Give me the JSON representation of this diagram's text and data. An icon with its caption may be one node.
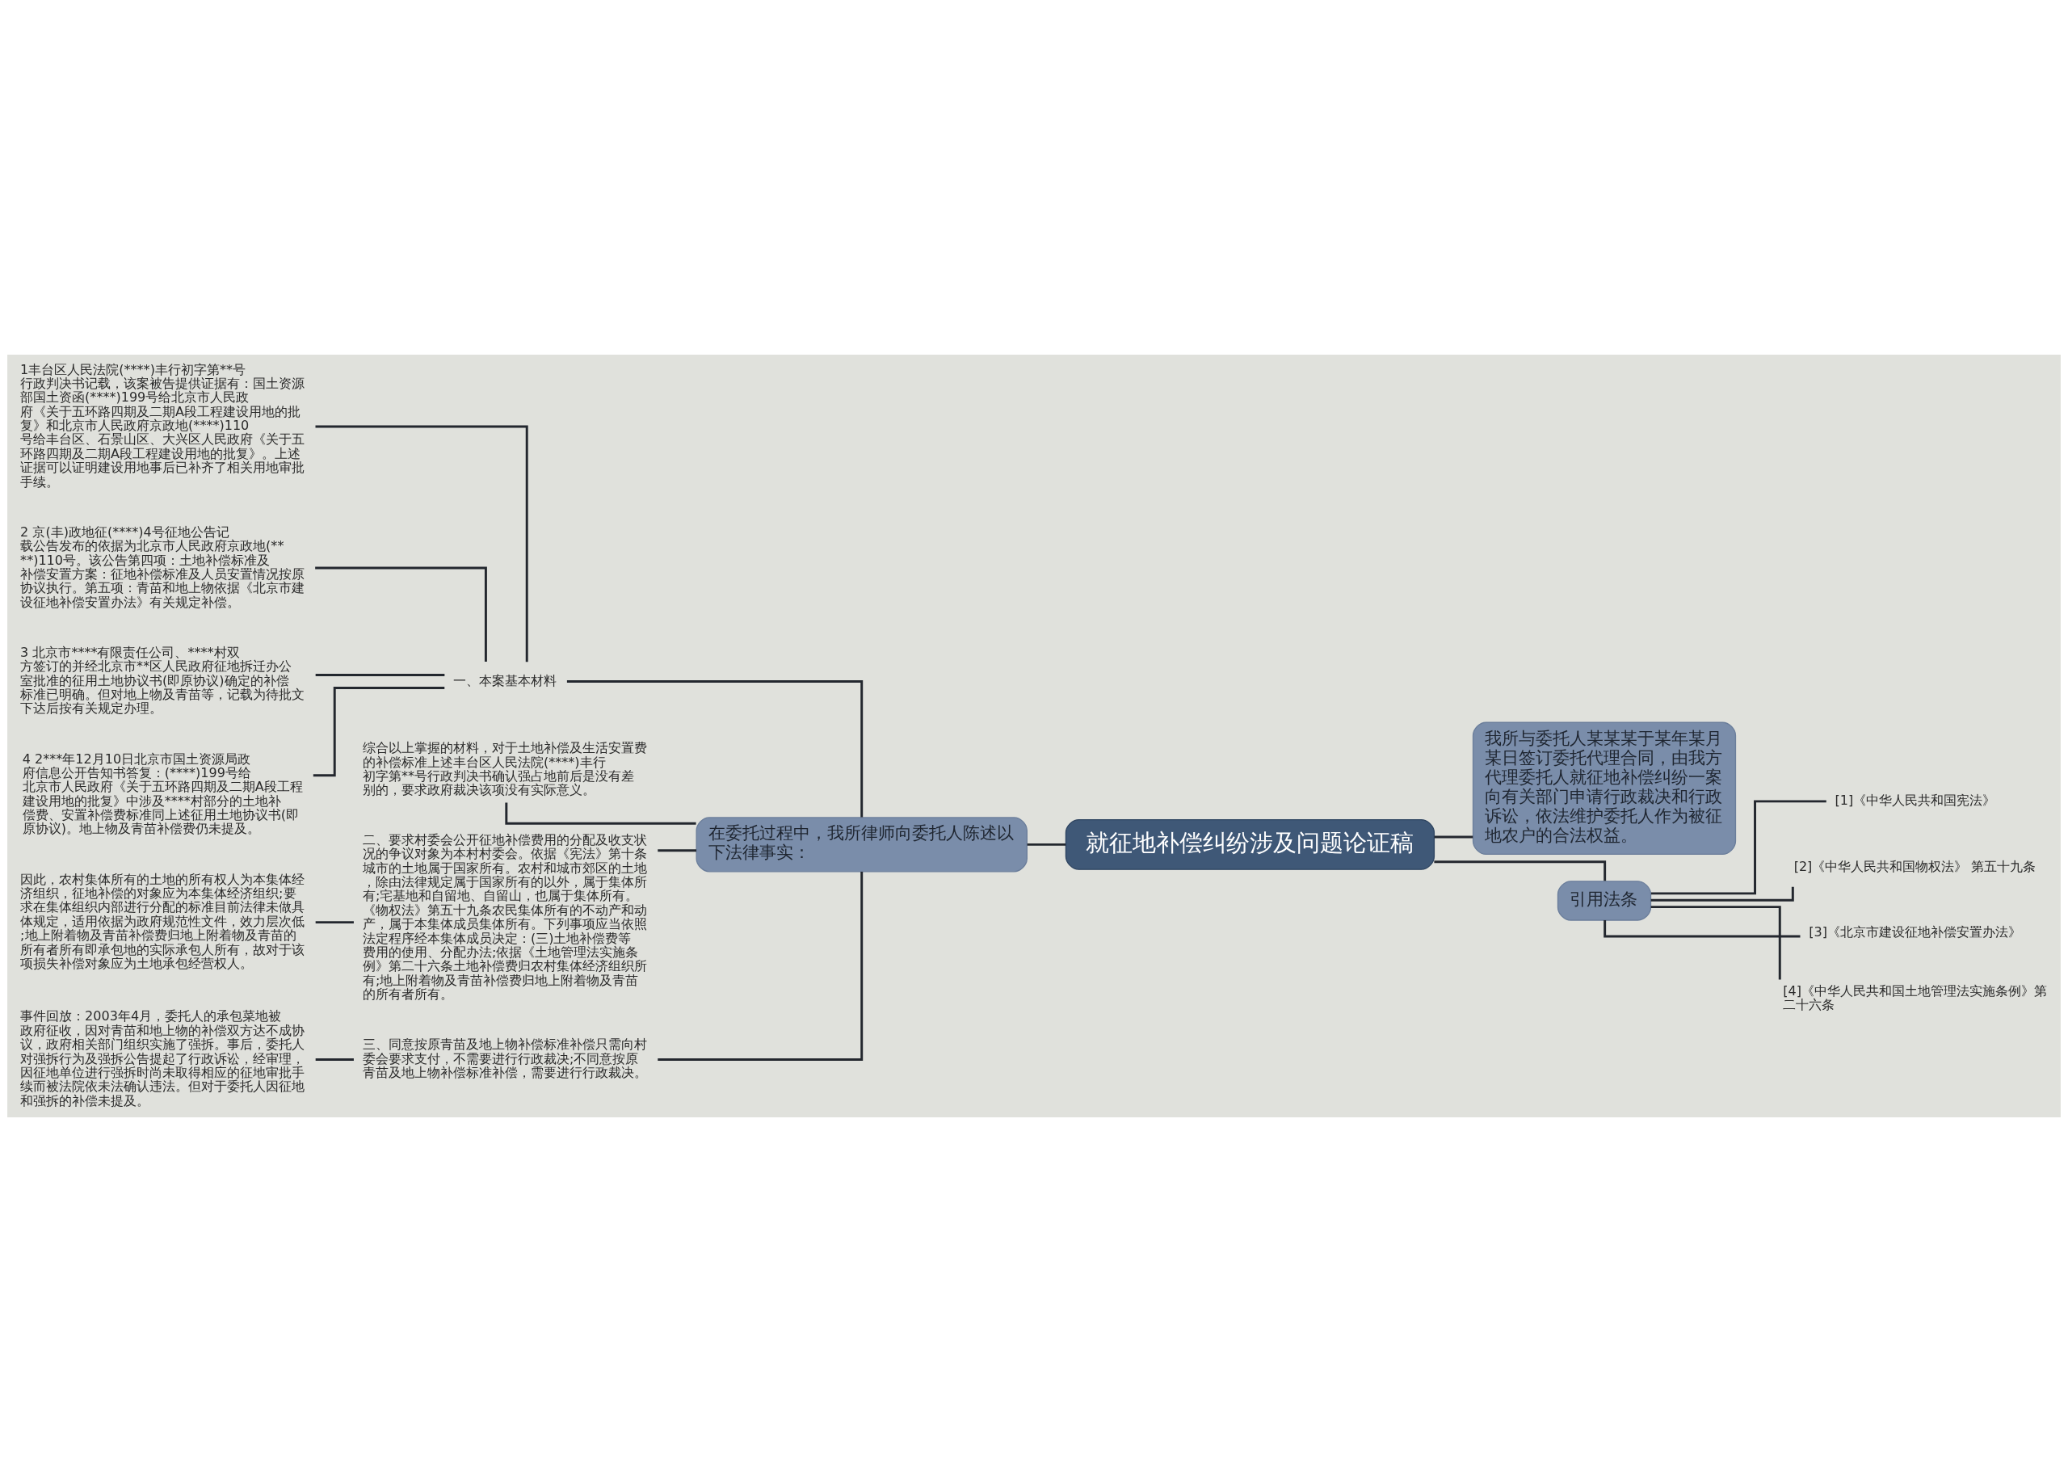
{
  "diagram": {
    "nodes": [
      {
        "text": [
          "就征地补偿纠纷涉及问题论证稿"
        ]
      },
      {
        "text": [
          "在委托过程中，我所律师向委托人陈述以下法律事实："
        ]
      },
      {
        "text": [
          "一、本案基本材料"
        ]
      },
      {
        "text": [
          "1丰台区人民法院(****)丰行初字第**号行政判决书记载，该案被告提供证据有：国土资源部国土资函(****)199号给北京市人民政府《关于五环路四期及二期A段工程建设用地的批复》和北京市人民政府京政地(****)110号给丰台区、石景山区、大兴区人民政府《关于五环路四期及二期A段工程建设用地的批复》。上述证据可以证明建设用地事后已补齐了相关用地审批手续。"
        ]
      },
      {
        "text": [
          "2 京(丰)政地征(****)4号征地公告记载公告发布的依据为北京市人民政府京政地(****)110号。该公告第四项：土地补偿标准及补偿安置方案：征地补偿标准及人员安置情况按原协议执行。第五项：青苗和地上物依据《北京市建设征地补偿安置办法》有关规定补偿。"
        ]
      },
      {
        "text": [
          "3 北京市****有限责任公司、****村双方签订的并经北京市**区人民政府征地拆迁办公室批准的征用土地协议书(即原协议)确定的补偿标准已明确。但对地上物及青苗等，记载为待批文下达后按有关规定办理。"
        ]
      },
      {
        "text": [
          "4 2***年12月10日北京市国土资源局政府信息公开告知书答复：(****)199号给北京市人民政府《关于五环路四期及二期A段工程建设用地的批复》中涉及****村部分的土地补偿费、安置补偿费标准同上述征用土地协议书(即原协议)。地上物及青苗补偿费仍未提及。"
        ]
      },
      {
        "text": [
          "综合以上掌握的材料，对于土地补偿及生活安置费的补偿标准上述丰台区人民法院(****)丰行初字第**号行政判决书确认强占地前后是没有差别的，要求政府裁决该项没有实际意义。"
        ]
      },
      {
        "text": [
          "二、要求村委会公开征地补偿费用的分配及收支状况的争议对象为本村村委会。依据《宪法》第十条城市的土地属于国家所有。农村和城市郊区的土地，除由法律规定属于国家所有的以外，属于集体所有;宅基地和自留地、自留山，也属于集体所有。《物权法》第五十九条农民集体所有的不动产和动产，属于本集体成员集体所有。下列事项应当依照法定程序经本集体成员决定：(三)土地补偿费等费用的使用、分配办法;依据《土地管理法实施条例》第二十六条土地补偿费归农村集体经济组织所有;地上附着物及青苗补偿费归地上附着物及青苗的所有者所有。"
        ]
      },
      {
        "text": [
          "因此，农村集体所有的土地的所有权人为本集体经济组织，征地补偿的对象应为本集体经济组织;要求在集体组织内部进行分配的标准目前法律未做具体规定，适用依据为政府规范性文件，效力层次低;地上附着物及青苗补偿费归地上附着物及青苗的所有者所有即承包地的实际承包人所有，故对于该项损失补偿对象应为土地承包经营权人。"
        ]
      },
      {
        "text": [
          "三、同意按原青苗及地上物补偿标准补偿只需向村委会要求支付，不需要进行行政裁决;不同意按原青苗及地上物补偿标准补偿，需要进行行政裁决。"
        ]
      },
      {
        "text": [
          "事件回放：2003年4月，委托人的承包菜地被政府征收，因对青苗和地上物的补偿双方达不成协议，政府相关部门组织实施了强拆。事后，委托人对强拆行为及强拆公告提起了行政诉讼，经审理，因征地单位进行强拆时尚未取得相应的征地审批手续而被法院依未法确认违法。但对于委托人因征地和强拆的补偿未提及。"
        ]
      },
      {
        "text": [
          "我所与委托人某某某于某年某月某日签订委托代理合同，由我方代理委托人就征地补偿纠纷一案向有关部门申请行政裁决和行政诉讼，依法维护委托人作为被征地农户的合法权益。"
        ]
      },
      {
        "text": [
          "引用法条"
        ]
      },
      {
        "text": [
          "[1]《中华人民共和国宪法》"
        ]
      },
      {
        "text": [
          "[2]《中华人民共和国物权法》 第五十九条"
        ]
      },
      {
        "text": [
          "[3]《北京市建设征地补偿安置办法》"
        ]
      },
      {
        "text": [
          "[4]《中华人民共和国土地管理法实施条例》第二十六条"
        ]
      }
    ],
    "edges": [
      {
        "from": 0,
        "to": 1,
        "arrow": "none"
      },
      {
        "from": 1,
        "to": 2,
        "arrow": "none"
      },
      {
        "from": 2,
        "to": 3,
        "arrow": "none"
      },
      {
        "from": 2,
        "to": 4,
        "arrow": "none"
      },
      {
        "from": 2,
        "to": 5,
        "arrow": "none"
      },
      {
        "from": 2,
        "to": 6,
        "arrow": "none"
      },
      {
        "from": 1,
        "to": 7,
        "arrow": "none"
      },
      {
        "from": 1,
        "to": 8,
        "arrow": "none"
      },
      {
        "from": 8,
        "to": 9,
        "arrow": "none"
      },
      {
        "from": 1,
        "to": 10,
        "arrow": "none"
      },
      {
        "from": 10,
        "to": 11,
        "arrow": "none"
      },
      {
        "from": 0,
        "to": 12,
        "arrow": "none"
      },
      {
        "from": 0,
        "to": 13,
        "arrow": "none"
      },
      {
        "from": 13,
        "to": 14,
        "arrow": "none"
      },
      {
        "from": 13,
        "to": 15,
        "arrow": "none"
      },
      {
        "from": 13,
        "to": 16,
        "arrow": "none"
      },
      {
        "from": 13,
        "to": 17,
        "arrow": "none"
      }
    ]
  }
}
